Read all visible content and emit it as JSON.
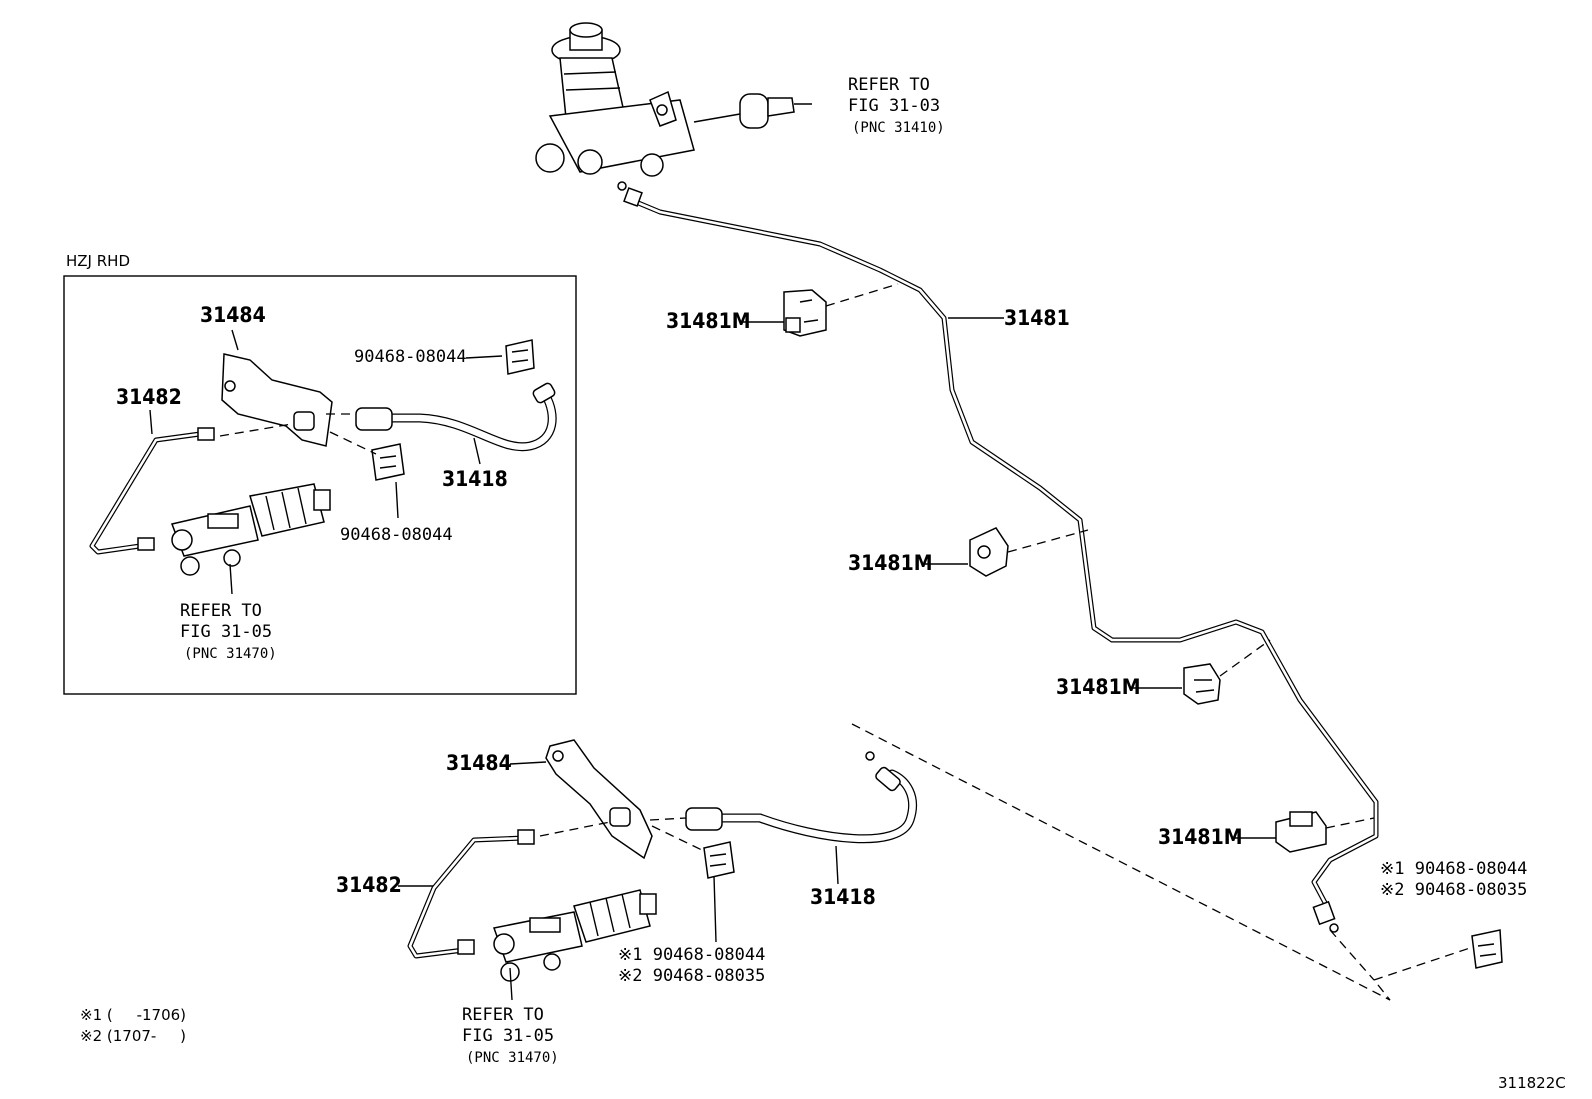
{
  "figure_code": "311822C",
  "inset": {
    "title": "HZJ RHD"
  },
  "labels": {
    "master_ref": [
      "REFER TO",
      "FIG 31-03",
      "(PNC 31410)"
    ],
    "tube_31481": "31481",
    "clamp": "31481M",
    "inset_31484": "31484",
    "inset_31482": "31482",
    "inset_clip_top": "90468-08044",
    "inset_clip_bottom": "90468-08044",
    "inset_31418": "31418",
    "inset_ref": [
      "REFER TO",
      "FIG 31-05",
      "(PNC 31470)"
    ],
    "main_31484": "31484",
    "main_31482": "31482",
    "main_31418": "31418",
    "main_clip": [
      "※1 90468-08044",
      "※2 90468-08035"
    ],
    "right_clip": [
      "※1 90468-08044",
      "※2 90468-08035"
    ],
    "main_ref": [
      "REFER TO",
      "FIG 31-05",
      "(PNC 31470)"
    ]
  },
  "notes": [
    "※1 (     -1706)",
    "※2 (1707-     )"
  ]
}
